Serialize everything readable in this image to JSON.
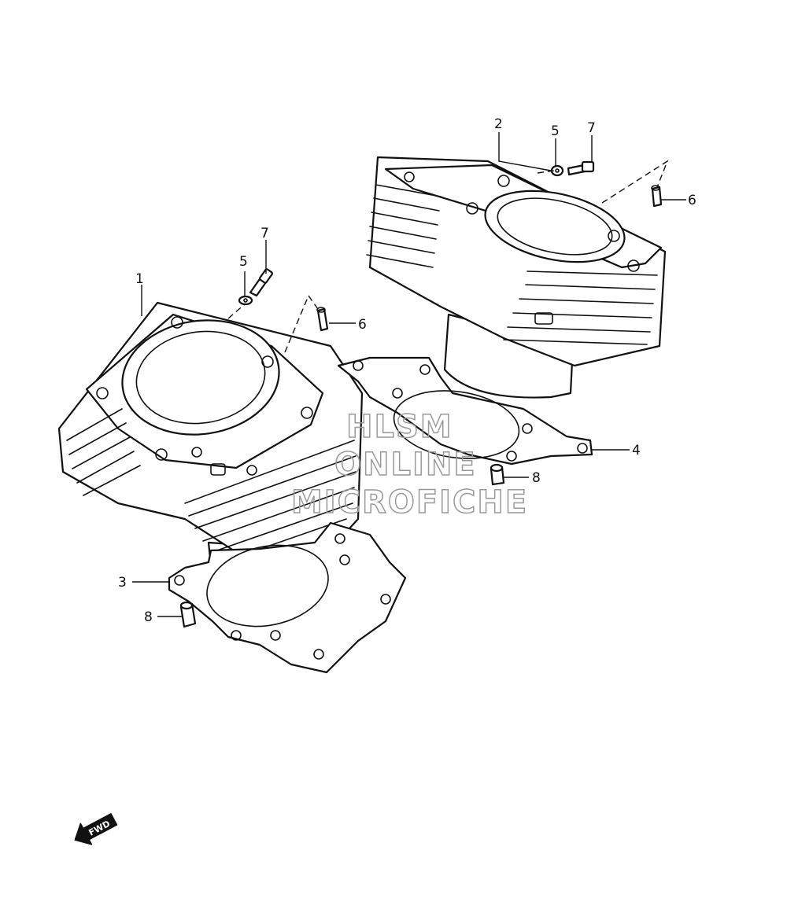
{
  "callouts": {
    "c1": "1",
    "c2": "2",
    "c3": "3",
    "c4": "4",
    "c5_left": "5",
    "c5_right": "5",
    "c6_left": "6",
    "c6_right": "6",
    "c7_left": "7",
    "c7_right": "7",
    "c8_left": "8",
    "c8_right": "8"
  },
  "watermark": {
    "line1": "HLSM",
    "line2": "ONLINE",
    "line3": "MICROFICHE"
  },
  "direction_arrow": {
    "label": "FWD"
  }
}
